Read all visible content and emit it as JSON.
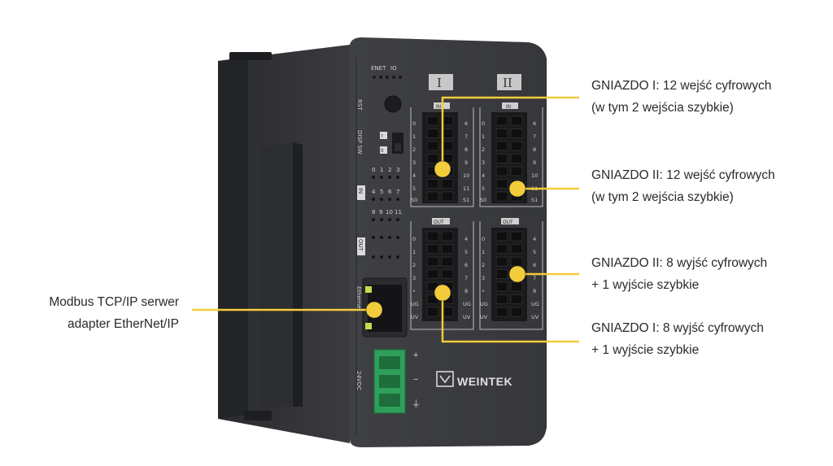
{
  "device": {
    "brand": "WEINTEK",
    "top_labels": [
      "ENET",
      "IO"
    ],
    "side_labels": {
      "rst": "RST",
      "disp_sw": "DISP SW",
      "in": "IN",
      "out": "OUT",
      "ethernet": "Ethernet",
      "power": "24VDC",
      "sw_pos_1": "I",
      "sw_pos_2": "II"
    },
    "led_rows": {
      "row1": [
        "0",
        "1",
        "2",
        "3"
      ],
      "row2": [
        "4",
        "5",
        "6",
        "7"
      ],
      "row3": [
        "8",
        "9",
        "10",
        "11"
      ]
    },
    "slot_titles": [
      "I",
      "II"
    ],
    "connector_tags": {
      "in": "IN",
      "out": "OUT"
    },
    "in_pins_left": [
      "0",
      "1",
      "2",
      "3",
      "4",
      "5",
      "S0"
    ],
    "in_pins_right": [
      "6",
      "7",
      "8",
      "9",
      "10",
      "11",
      "S1"
    ],
    "out_pins_left": [
      "0",
      "1",
      "2",
      "3",
      "•",
      "UG",
      "UV"
    ],
    "out_pins_right": [
      "4",
      "5",
      "6",
      "7",
      "8",
      "UG",
      "UV"
    ],
    "power_terminals": [
      "+",
      "−",
      "⏚"
    ],
    "colors": {
      "body": "#3c3d40",
      "body_dark": "#26272a",
      "accent_line": "#f2cc3a",
      "terminal_green": "#2fa05a"
    }
  },
  "callouts": {
    "c1": {
      "line1": "GNIAZDO I: 12 wejść cyfrowych",
      "line2": "(w tym 2 wejścia szybkie)"
    },
    "c2": {
      "line1": "GNIAZDO II: 12 wejść cyfrowych",
      "line2": "(w tym 2 wejścia szybkie)"
    },
    "c3": {
      "line1": "GNIAZDO II: 8 wyjść cyfrowych",
      "line2": "+ 1 wyjście szybkie"
    },
    "c4": {
      "line1": "GNIAZDO I: 8 wyjść cyfrowych",
      "line2": "+ 1 wyjście szybkie"
    },
    "left": {
      "line1": "Modbus TCP/IP serwer",
      "line2": "adapter EtherNet/IP"
    }
  }
}
